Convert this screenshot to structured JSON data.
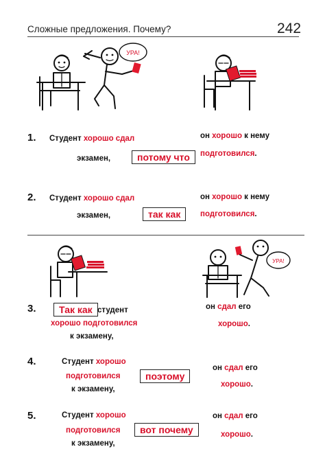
{
  "header": {
    "title": "Сложные предложения. Почему?",
    "page_number": "242"
  },
  "bubble_text": "УРА!",
  "items": [
    {
      "n": "1.",
      "s1a": "Студент ",
      "s1b": "хорошо сдал",
      "s2": "экзамен,",
      "conj": "потому что",
      "o1a": "он ",
      "o1b": "хорошо",
      "o1c": " к нему",
      "o2": "подготовился",
      "o2p": "."
    },
    {
      "n": "2.",
      "s1a": "Студент ",
      "s1b": "хорошо сдал",
      "s2": "экзамен,",
      "conj": "так как",
      "o1a": "он ",
      "o1b": "хорошо",
      "o1c": " к нему",
      "o2": "подготовился",
      "o2p": "."
    },
    {
      "n": "3.",
      "conj": "Так как",
      "s1b": " студент",
      "s2a": "хорошо подготовился",
      "s3": "к экзамену,",
      "o1a": "он ",
      "o1b": "сдал",
      "o1c": " его",
      "o2": "хорошо",
      "o2p": "."
    },
    {
      "n": "4.",
      "s1a": "Студент ",
      "s1b": "хорошо",
      "s2a": "подготовился",
      "s3": "к экзамену,",
      "conj": "поэтому",
      "o1a": "он ",
      "o1b": "сдал",
      "o1c": " его",
      "o2": "хорошо",
      "o2p": "."
    },
    {
      "n": "5.",
      "s1a": "Студент ",
      "s1b": "хорошо",
      "s2a": "подготовился",
      "s3": "к экзамену,",
      "conj": "вот почему",
      "o1a": "он ",
      "o1b": "сдал",
      "o1c": " его",
      "o2": "хорошо",
      "o2p": "."
    }
  ]
}
